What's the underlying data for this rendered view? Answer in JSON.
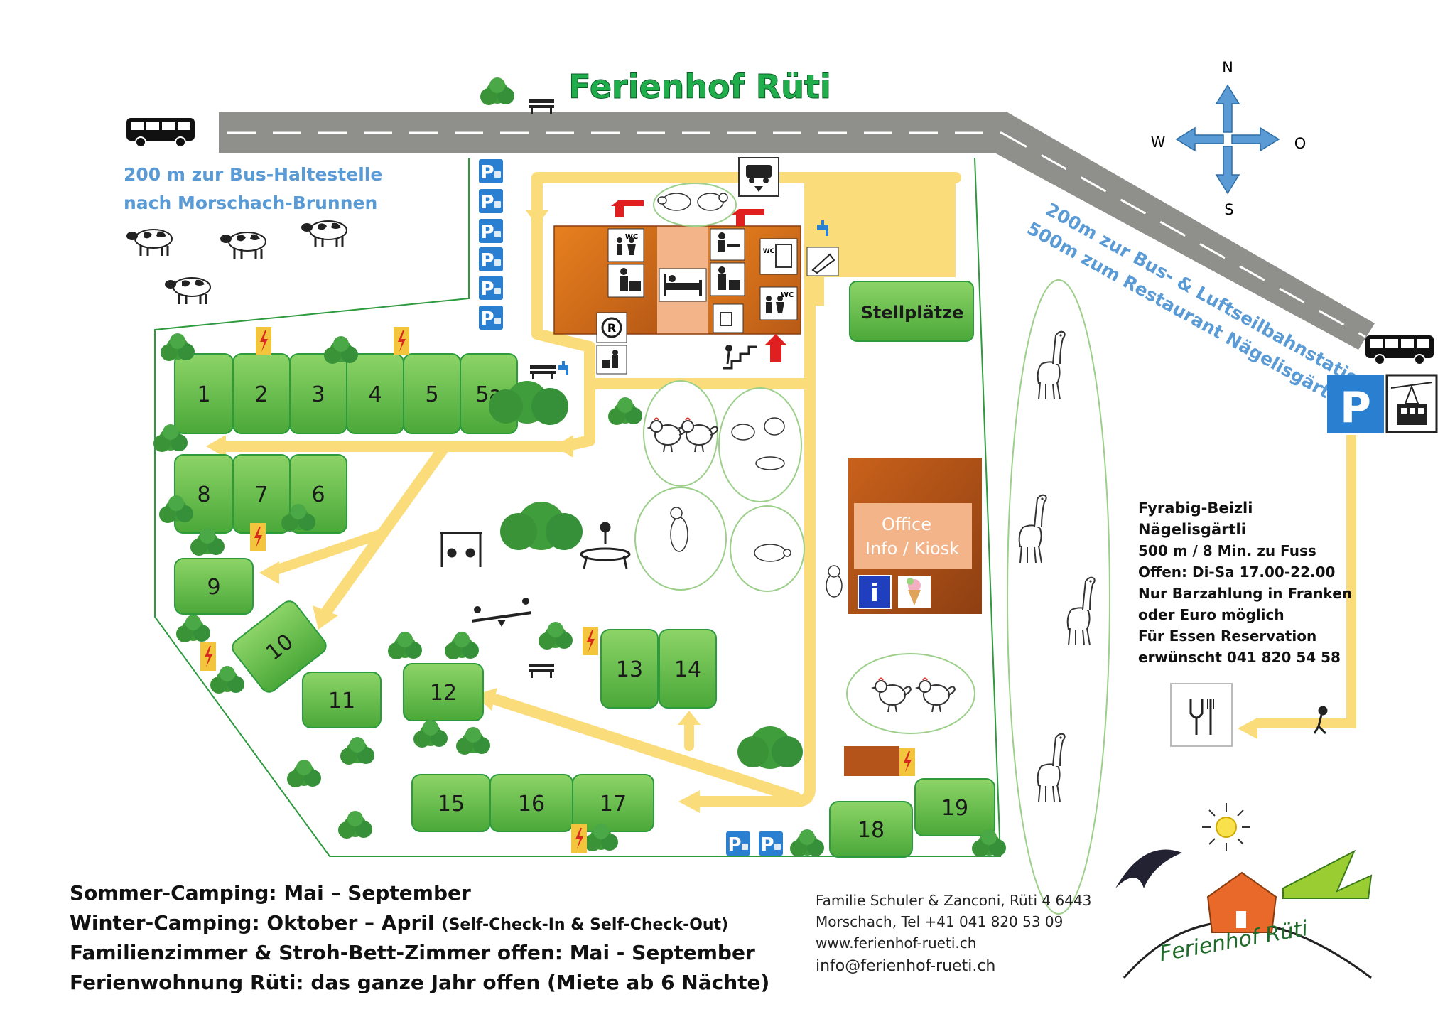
{
  "title": "Ferienhof Rüti",
  "compass": {
    "north": "N",
    "south": "S",
    "west": "W",
    "east": "O"
  },
  "bus_left_text": [
    "200 m zur Bus-Haltestelle",
    "nach Morschach-Brunnen"
  ],
  "bus_right_text": [
    "200m zur Bus- & Luftseilbahnstation",
    "500m zum Restaurant Nägelisgärtli"
  ],
  "pitches": [
    "1",
    "2",
    "3",
    "4",
    "5",
    "5a",
    "6",
    "7",
    "8",
    "9",
    "10",
    "11",
    "12",
    "13",
    "14",
    "15",
    "16",
    "17",
    "18",
    "19"
  ],
  "stellplaetze": "Stellplätze",
  "office": {
    "line1": "Office",
    "line2": "Info / Kiosk"
  },
  "wc": "WC",
  "restaurant_info": [
    "Fyrabig-Beizli",
    "Nägelisgärtli",
    "500 m / 8 Min. zu Fuss",
    "Offen: Di-Sa 17.00-22.00",
    "Nur Barzahlung in Franken",
    "oder Euro möglich",
    "Für Essen Reservation",
    "erwünscht 041 820 54 58"
  ],
  "seasons": [
    {
      "main": "Sommer-Camping: Mai – September",
      "note": ""
    },
    {
      "main": "Winter-Camping: Oktober – April",
      "note": "(Self-Check-In & Self-Check-Out)"
    },
    {
      "main": "Familienzimmer & Stroh-Bett-Zimmer offen: Mai - September",
      "note": ""
    },
    {
      "main": "Ferienwohnung Rüti: das ganze Jahr offen (Miete ab 6 Nächte)",
      "note": ""
    }
  ],
  "contact": [
    "Familie Schuler & Zanconi, Rüti 4 6443",
    "Morschach, Tel +41 041 820 53 09",
    "www.ferienhof-rueti.ch",
    "info@ferienhof-rueti.ch"
  ],
  "logo_text": "Ferienhof Rüti",
  "parking_letter": "P",
  "info_letter": "i",
  "colors": {
    "title_green": "#1fae4b",
    "road": "#8f8f8c",
    "path": "#fbdc7a",
    "pitch_green": "#6cc04a",
    "pitch_border": "#2d9a3e",
    "tree": "#3b9a3a",
    "building": "#c8651b",
    "office": "#b5541a",
    "blue_text": "#5b9bd5",
    "parking_blue": "#2b7fd0",
    "electric": "#f2c53d"
  }
}
